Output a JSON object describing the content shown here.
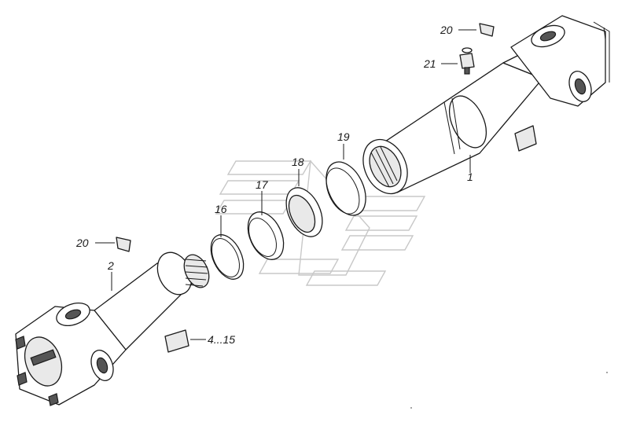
{
  "diagram": {
    "callouts": [
      {
        "id": "c20a",
        "text": "20"
      },
      {
        "id": "c21",
        "text": "21"
      },
      {
        "id": "c19",
        "text": "19"
      },
      {
        "id": "c18",
        "text": "18"
      },
      {
        "id": "c17",
        "text": "17"
      },
      {
        "id": "c16",
        "text": "16"
      },
      {
        "id": "c1",
        "text": "1"
      },
      {
        "id": "c20b",
        "text": "20"
      },
      {
        "id": "c2",
        "text": "2"
      },
      {
        "id": "c4_15",
        "text": "4...15"
      }
    ]
  }
}
